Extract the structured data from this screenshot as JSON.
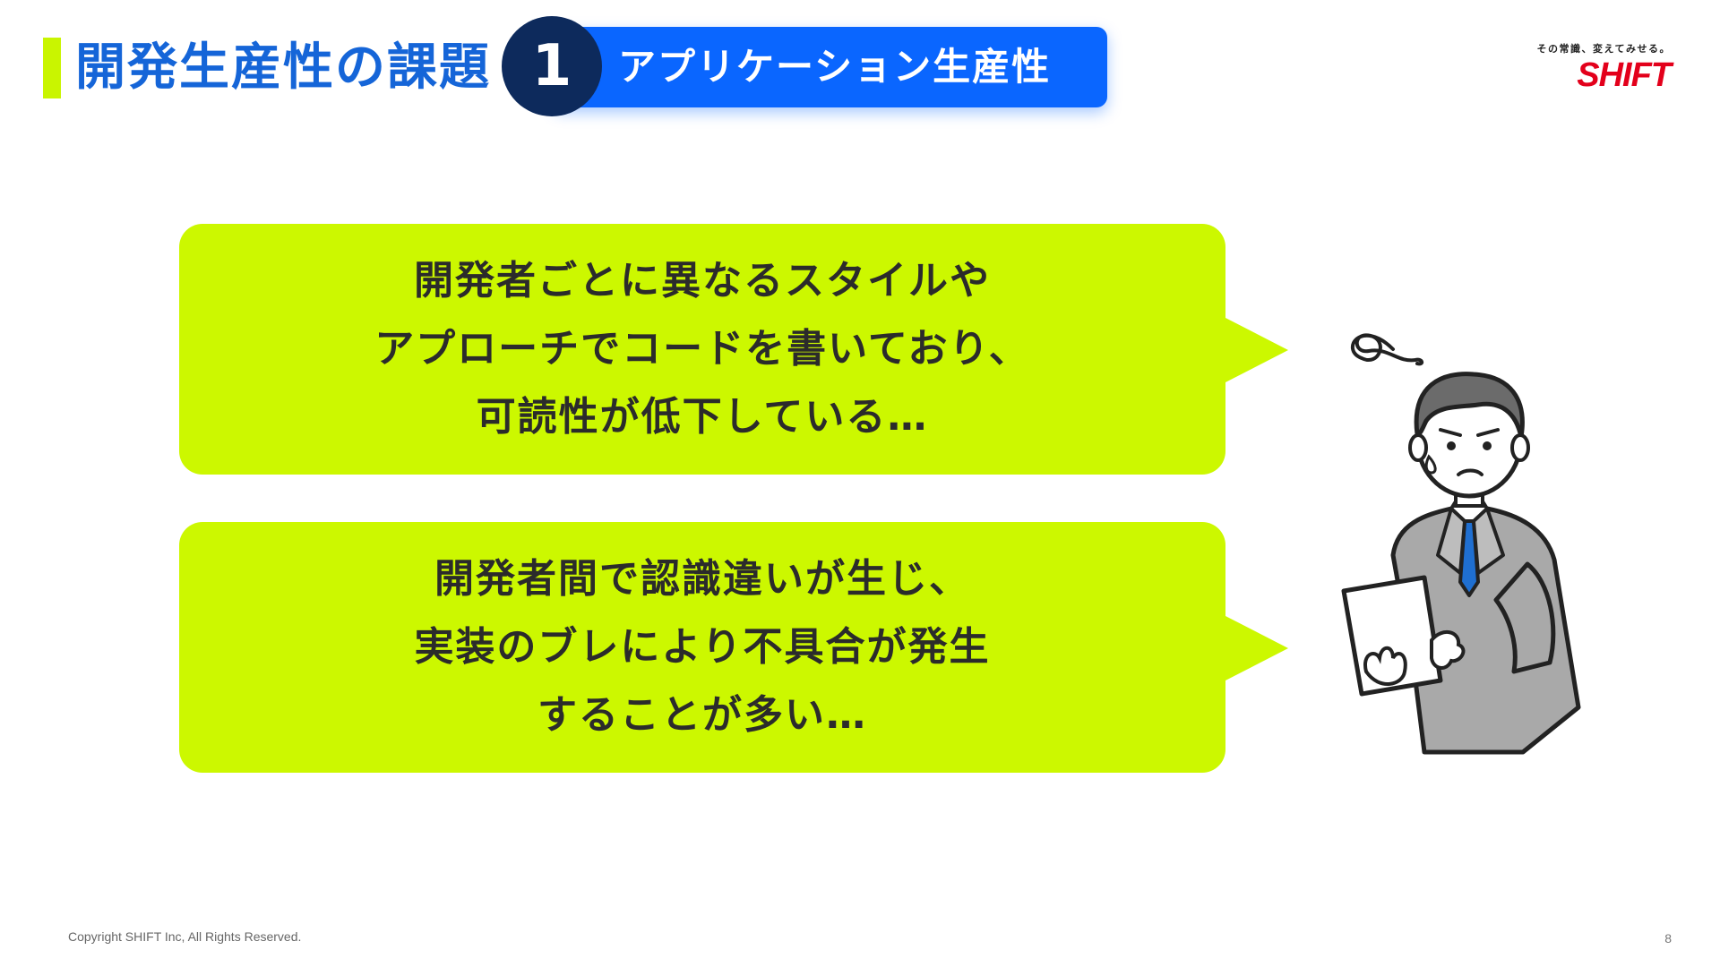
{
  "header": {
    "title": "開発生産性の課題",
    "section_number": "1",
    "section_label": "アプリケーション生産性"
  },
  "logo": {
    "tagline": "その常識、変えてみせる。",
    "wordmark": "SHIFT"
  },
  "bubbles": [
    {
      "lines": [
        "開発者ごとに異なるスタイルや",
        "アプローチでコードを書いており、",
        "可読性が低下している…"
      ]
    },
    {
      "lines": [
        "開発者間で認識違いが生じ、",
        "実装のブレにより不具合が発生",
        "することが多い…"
      ]
    }
  ],
  "illustration": {
    "icon": "confused-businessman-with-laptop-icon"
  },
  "footer": {
    "copyright": "Copyright SHIFT Inc, All Rights Reserved.",
    "page_number": "8"
  },
  "colors": {
    "accent_lime": "#ccf800",
    "title_blue": "#1565d8",
    "badge_blue": "#0a66ff",
    "badge_navy": "#0d2a5c",
    "logo_red": "#e3001b"
  }
}
